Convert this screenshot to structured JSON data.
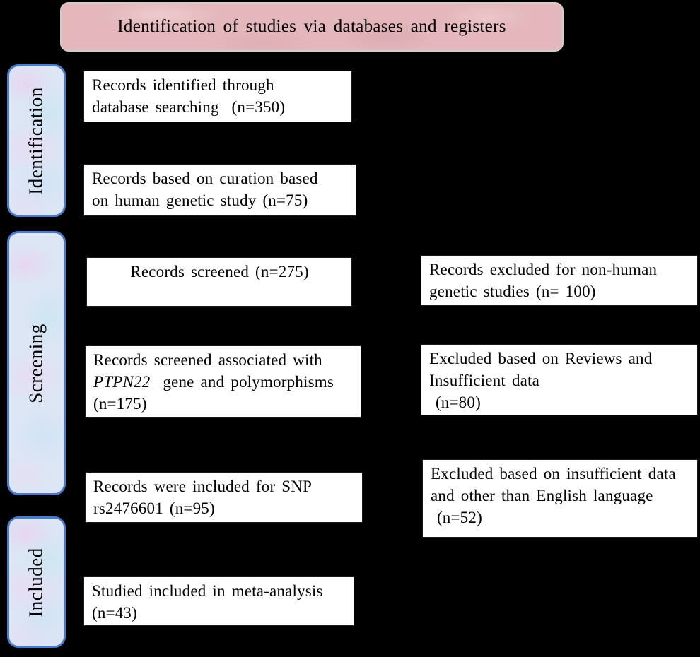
{
  "header": {
    "title": "Identification of studies via databases and registers"
  },
  "stages": [
    {
      "label": "Identification"
    },
    {
      "label": "Screening"
    },
    {
      "label": "Included"
    }
  ],
  "left_boxes": [
    {
      "text": "Records identified through\ndatabase searching  (n=350)"
    },
    {
      "text": "Records based on curation based\non human genetic study (n=75)"
    },
    {
      "text": "Records screened (n=275)"
    },
    {
      "line1": "Records screened associated with",
      "gene": "PTPN22",
      "line2_rest": "  gene and polymorphisms",
      "line3": "(n=175)"
    },
    {
      "text": "Records were included for SNP\nrs2476601 (n=95)"
    },
    {
      "text": "Studied included in meta-analysis\n(n=43)"
    }
  ],
  "right_boxes": [
    {
      "text": "Records excluded for non-human\ngenetic studies (n= 100)"
    },
    {
      "text": "Excluded based on Reviews and\nInsufficient data\n (n=80)"
    },
    {
      "text": "Excluded based on insufficient data\nand other than English language\n (n=52)"
    }
  ],
  "colors": {
    "background": "#000000",
    "header_fill": "#e3b7bb",
    "header_border": "#d2cdc9",
    "stage_fill": "#dce6f5",
    "stage_border": "#4a7ac8",
    "box_fill": "#ffffff",
    "text": "#000000"
  }
}
